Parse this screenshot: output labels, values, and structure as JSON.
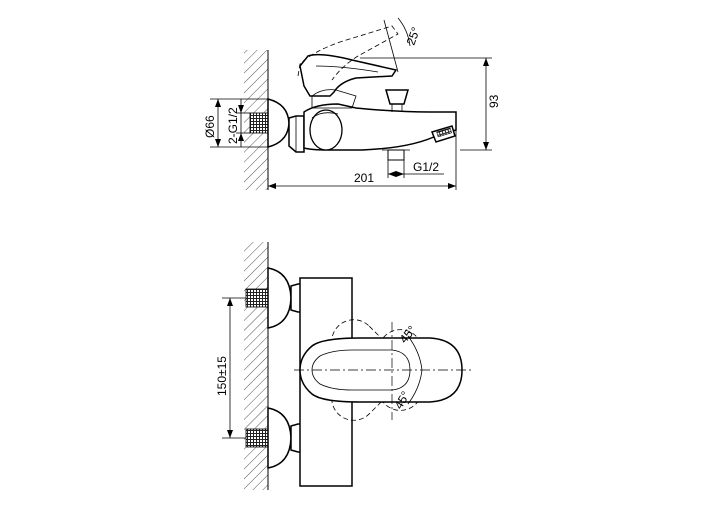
{
  "side_view": {
    "angle_label": "25°",
    "height_label": "93",
    "diameter_label": "Ø66",
    "thread_inlet_label": "2-G1/2",
    "length_label": "201",
    "thread_outlet_label": "G1/2"
  },
  "front_view": {
    "spacing_label": "150±15",
    "angle_up_label": "45°",
    "angle_down_label": "45°"
  }
}
